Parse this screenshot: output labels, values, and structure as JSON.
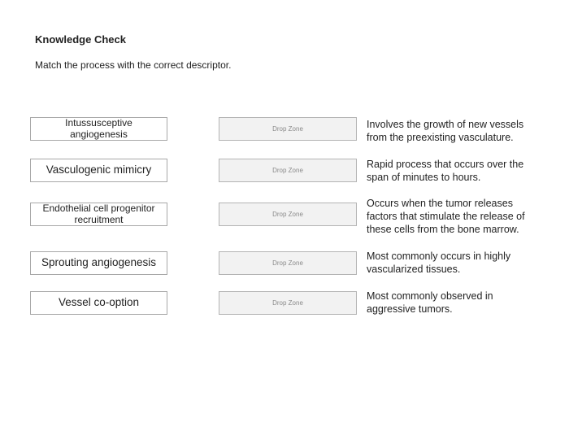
{
  "header": {
    "title": "Knowledge Check",
    "instruction": "Match the process with the correct descriptor."
  },
  "matching": {
    "drop_zone_label": "Drop Zone",
    "processes": [
      "Intussusceptive angiogenesis",
      "Vasculogenic mimicry",
      "Endothelial cell progenitor recruitment",
      "Sprouting angiogenesis",
      "Vessel co-option"
    ],
    "descriptors": [
      "Involves the growth of new vessels from the preexisting vasculature.",
      "Rapid process that occurs over the span of minutes to hours.",
      "Occurs when the tumor releases factors that stimulate the release of these cells from the bone marrow.",
      "Most commonly occurs in highly vascularized tissues.",
      "Most commonly observed in aggressive tumors."
    ]
  }
}
